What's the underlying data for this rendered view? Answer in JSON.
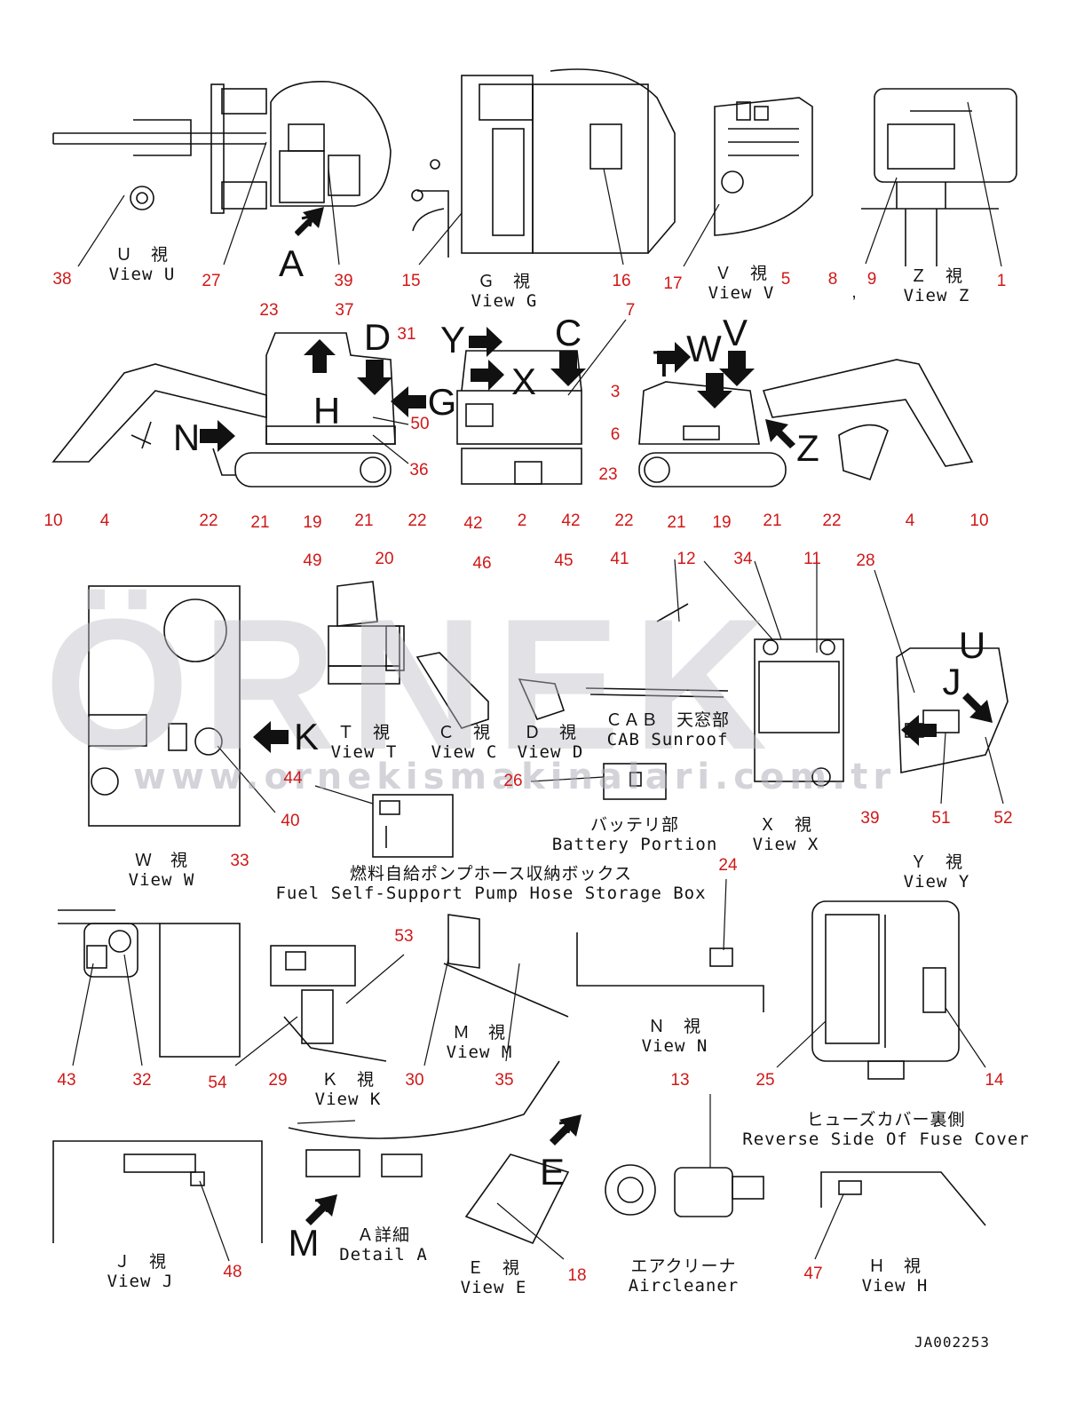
{
  "watermark": {
    "main": "ÖRNEK",
    "url": "www.ornekismakinalari.com.tr"
  },
  "drawing_code": "JA002253",
  "views": {
    "view_u": {
      "jp": "Ｕ　視",
      "en": "View U"
    },
    "view_g": {
      "jp": "Ｇ　視",
      "en": "View G"
    },
    "view_v": {
      "jp": "Ｖ　視",
      "en": "View V"
    },
    "view_z": {
      "jp": "Ｚ　視",
      "en": "View Z"
    },
    "view_t": {
      "jp": "Ｔ　視",
      "en": "View T"
    },
    "view_c": {
      "jp": "Ｃ　視",
      "en": "View C"
    },
    "view_d": {
      "jp": "Ｄ　視",
      "en": "View D"
    },
    "cab_sunroof": {
      "jp": "ＣＡＢ　天窓部",
      "en": "CAB Sunroof"
    },
    "view_x": {
      "jp": "Ｘ　視",
      "en": "View X"
    },
    "view_w": {
      "jp": "Ｗ　視",
      "en": "View W"
    },
    "battery": {
      "jp": "バッテリ部",
      "en": "Battery Portion"
    },
    "fuel_box": {
      "jp": "燃料自給ポンプホース収納ボックス",
      "en": "Fuel Self-Support Pump Hose Storage Box"
    },
    "view_y": {
      "jp": "Ｙ　視",
      "en": "View Y"
    },
    "view_k": {
      "jp": "Ｋ　視",
      "en": "View K"
    },
    "view_m": {
      "jp": "Ｍ　視",
      "en": "View M"
    },
    "view_n": {
      "jp": "Ｎ　視",
      "en": "View N"
    },
    "fuse_cover": {
      "jp": "ヒューズカバー裏側",
      "en": "Reverse Side Of Fuse Cover"
    },
    "view_j": {
      "jp": "Ｊ　視",
      "en": "View J"
    },
    "detail_a": {
      "jp": "Ａ詳細",
      "en": "Detail A"
    },
    "view_e": {
      "jp": "Ｅ　視",
      "en": "View E"
    },
    "aircleaner": {
      "jp": "エアクリーナ",
      "en": "Aircleaner"
    },
    "view_h": {
      "jp": "Ｈ　視",
      "en": "View H"
    }
  },
  "view_letters": [
    "A",
    "D",
    "Y",
    "C",
    "T",
    "W",
    "V",
    "G",
    "N",
    "H",
    "X",
    "Z",
    "K",
    "U",
    "J",
    "E",
    "M"
  ],
  "callouts": [
    "38",
    "27",
    "39",
    "15",
    "16",
    "17",
    "5",
    "8",
    ",",
    "9",
    "1",
    "23",
    "37",
    "31",
    "7",
    "3",
    "6",
    "50",
    "36",
    "23",
    "10",
    "4",
    "22",
    "21",
    "19",
    "21",
    "22",
    "42",
    "2",
    "42",
    "22",
    "21",
    "19",
    "21",
    "22",
    "4",
    "10",
    "49",
    "20",
    "46",
    "45",
    "41",
    "12",
    "34",
    "11",
    "28",
    "40",
    "44",
    "26",
    "39",
    "51",
    "52",
    "33",
    "24",
    "43",
    "32",
    "54",
    "53",
    "30",
    "35",
    "29",
    "13",
    "25",
    "14",
    "48",
    "47",
    "18"
  ]
}
